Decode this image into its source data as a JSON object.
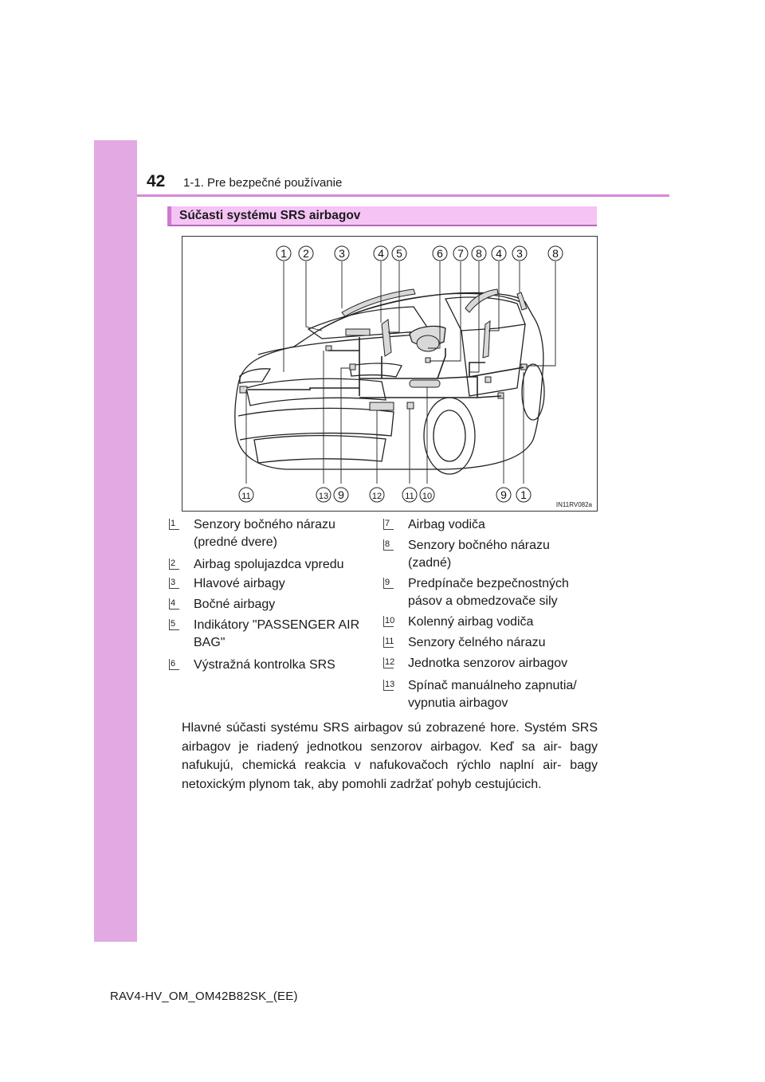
{
  "header": {
    "page_number": "42",
    "chapter": "1-1. Pre bezpečné používanie"
  },
  "section": {
    "heading": "Súčasti systému SRS airbagov"
  },
  "figure": {
    "code": "IN11RV082a",
    "top_callouts": [
      "1",
      "2",
      "3",
      "4",
      "5",
      "6",
      "7",
      "8",
      "4",
      "3",
      "8"
    ],
    "bottom_callouts": [
      "11",
      "13",
      "9",
      "12",
      "11",
      "10",
      "9",
      "1"
    ]
  },
  "legend": {
    "left": [
      {
        "num": "1",
        "text": "Senzory bočného nárazu (predné dvere)"
      },
      {
        "num": "2",
        "text": "Airbag spolujazdca vpredu"
      },
      {
        "num": "3",
        "text": "Hlavové airbagy"
      },
      {
        "num": "4",
        "text": "Bočné airbagy"
      },
      {
        "num": "5",
        "text": "Indikátory \"PASSENGER AIR BAG\""
      },
      {
        "num": "6",
        "text": "Výstražná kontrolka SRS"
      }
    ],
    "right": [
      {
        "num": "7",
        "text": "Airbag vodiča"
      },
      {
        "num": "8",
        "text": "Senzory bočného nárazu (zadné)"
      },
      {
        "num": "9",
        "text": "Predpínače bezpečnostných pásov a obmedzovače sily"
      },
      {
        "num": "10",
        "text": "Kolenný airbag vodiča"
      },
      {
        "num": "11",
        "text": "Senzory čelného nárazu"
      },
      {
        "num": "12",
        "text": "Jednotka senzorov airbagov"
      },
      {
        "num": "13",
        "text": "Spínač manuálneho zapnutia/ vypnutia airbagov"
      }
    ]
  },
  "body": {
    "paragraph": "Hlavné súčasti systému SRS airbagov sú zobrazené hore. Systém SRS airbagov je riadený jednotkou senzorov airbagov. Keď sa air- bagy nafukujú, chemická reakcia v nafukovačoch rýchlo naplní air- bagy netoxickým plynom tak, aby pomohli zadržať pohyb cestujúcich."
  },
  "footer": {
    "doc_code": "RAV4-HV_OM_OM42B82SK_(EE)"
  },
  "colors": {
    "side_tab": "#e3a9e3",
    "header_rule": "#d58ad8",
    "section_heading_bg": "#f5c4f5"
  }
}
